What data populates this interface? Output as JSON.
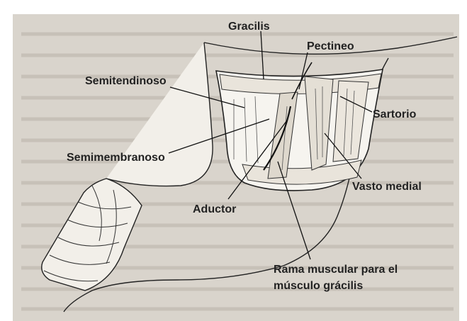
{
  "figure": {
    "colors": {
      "paper": "#d9d4cc",
      "frame": "#ffffff",
      "ink": "#222222",
      "skin": "#f2efe9"
    },
    "labels": {
      "gracilis": "Gracilis",
      "pectineo": "Pectineo",
      "semitendinoso": "Semitendinoso",
      "sartorio": "Sartorio",
      "semimembranoso": "Semimembranoso",
      "vasto_medial": "Vasto medial",
      "aductor": "Aductor",
      "rama_line1": "Rama muscular para el",
      "rama_line2": "músculo grácilis"
    }
  }
}
